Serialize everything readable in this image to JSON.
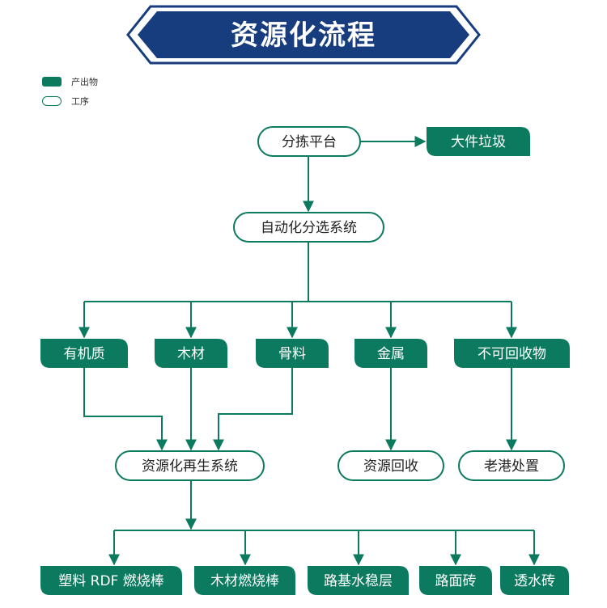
{
  "title": "资源化流程",
  "legend": [
    {
      "label": "产出物",
      "kind": "product"
    },
    {
      "label": "工序",
      "kind": "process"
    }
  ],
  "nodes": [
    {
      "id": "sorting-platform",
      "label": "分拣平台",
      "kind": "process"
    },
    {
      "id": "bulky-waste",
      "label": "大件垃圾",
      "kind": "product"
    },
    {
      "id": "auto-sorting-system",
      "label": "自动化分选系统",
      "kind": "process"
    },
    {
      "id": "organic-matter",
      "label": "有机质",
      "kind": "product"
    },
    {
      "id": "wood",
      "label": "木材",
      "kind": "product"
    },
    {
      "id": "aggregate",
      "label": "骨料",
      "kind": "product"
    },
    {
      "id": "metal",
      "label": "金属",
      "kind": "product"
    },
    {
      "id": "non-recyclable",
      "label": "不可回收物",
      "kind": "product"
    },
    {
      "id": "recycling-system",
      "label": "资源化再生系统",
      "kind": "process"
    },
    {
      "id": "resource-recovery",
      "label": "资源回收",
      "kind": "process"
    },
    {
      "id": "landfill-disposal",
      "label": "老港处置",
      "kind": "process"
    },
    {
      "id": "plastic-rdf-fuel",
      "label": "塑料 RDF 燃烧棒",
      "kind": "product"
    },
    {
      "id": "wood-fuel-rod",
      "label": "木材燃烧棒",
      "kind": "product"
    },
    {
      "id": "road-base",
      "label": "路基水稳层",
      "kind": "product"
    },
    {
      "id": "pavement-brick",
      "label": "路面砖",
      "kind": "product"
    },
    {
      "id": "permeable-brick",
      "label": "透水砖",
      "kind": "product"
    }
  ],
  "edges": [
    {
      "from": "sorting-platform",
      "to": "bulky-waste"
    },
    {
      "from": "sorting-platform",
      "to": "auto-sorting-system"
    },
    {
      "from": "auto-sorting-system",
      "to": "organic-matter"
    },
    {
      "from": "auto-sorting-system",
      "to": "wood"
    },
    {
      "from": "auto-sorting-system",
      "to": "aggregate"
    },
    {
      "from": "auto-sorting-system",
      "to": "metal"
    },
    {
      "from": "auto-sorting-system",
      "to": "non-recyclable"
    },
    {
      "from": "organic-matter",
      "to": "recycling-system"
    },
    {
      "from": "wood",
      "to": "recycling-system"
    },
    {
      "from": "aggregate",
      "to": "recycling-system"
    },
    {
      "from": "metal",
      "to": "resource-recovery"
    },
    {
      "from": "non-recyclable",
      "to": "landfill-disposal"
    },
    {
      "from": "recycling-system",
      "to": "plastic-rdf-fuel"
    },
    {
      "from": "recycling-system",
      "to": "wood-fuel-rod"
    },
    {
      "from": "recycling-system",
      "to": "road-base"
    },
    {
      "from": "recycling-system",
      "to": "pavement-brick"
    },
    {
      "from": "recycling-system",
      "to": "permeable-brick"
    }
  ],
  "colors": {
    "primary": "#0b7a5f",
    "banner_fill": "#173d7f",
    "banner_border": "#173d7f",
    "banner_text": "#ffffff",
    "node_text_on_product": "#ffffff",
    "node_text_on_process": "#222222"
  }
}
